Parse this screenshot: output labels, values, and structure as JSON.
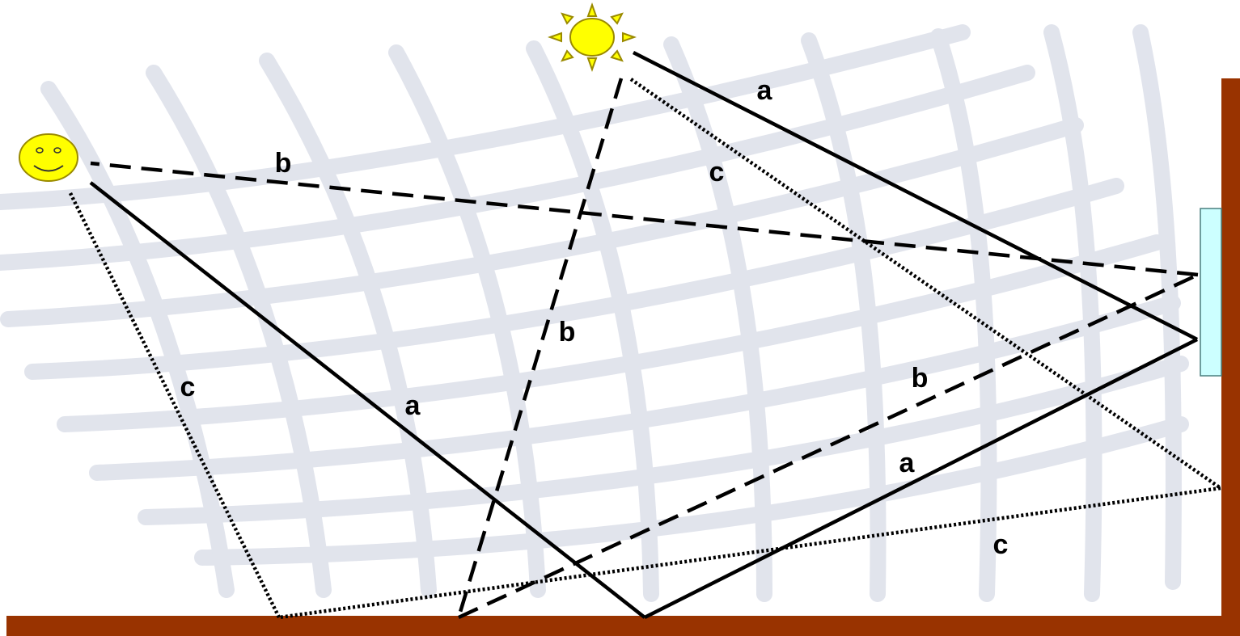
{
  "colors": {
    "background": "#ffffff",
    "grid": "#c9cede",
    "wood": "#993300",
    "wood_edge": "#5a1e00",
    "mirror": "#ccffff",
    "mirror_edge": "#4a7f7f",
    "sun": "#ffff00",
    "sun_outline": "#9a8a00",
    "face": "#ffff00",
    "ray": "#000000"
  },
  "icons": {
    "sun": "sun-icon",
    "observer": "smiley-face-icon"
  },
  "ray_styles": {
    "a": "solid",
    "b": "dashed",
    "c": "dotted"
  },
  "labels": {
    "a_top": "a",
    "b_top": "b",
    "c_top": "c",
    "b_middle": "b",
    "c_left": "c",
    "a_left": "a",
    "b_right": "b",
    "a_right": "a",
    "c_bottom": "c"
  }
}
